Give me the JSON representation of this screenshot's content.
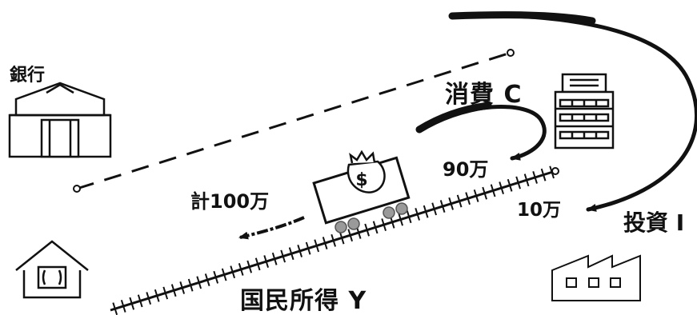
{
  "labels": {
    "bank": "銀行",
    "consumption": "消費 C",
    "consumption_amount": "90万",
    "total": "計100万",
    "investment_amount": "10万",
    "investment": "投資 I",
    "national_income": "国民所得 Y"
  },
  "icons": {
    "bank": "bank-building-icon",
    "household": "house-icon",
    "firm": "office-building-icon",
    "factory": "factory-icon",
    "money_cart": "money-bag-cart-icon"
  },
  "colors": {
    "ink": "#111111",
    "wheel": "#9a9a9a",
    "stroke": "#222222"
  }
}
